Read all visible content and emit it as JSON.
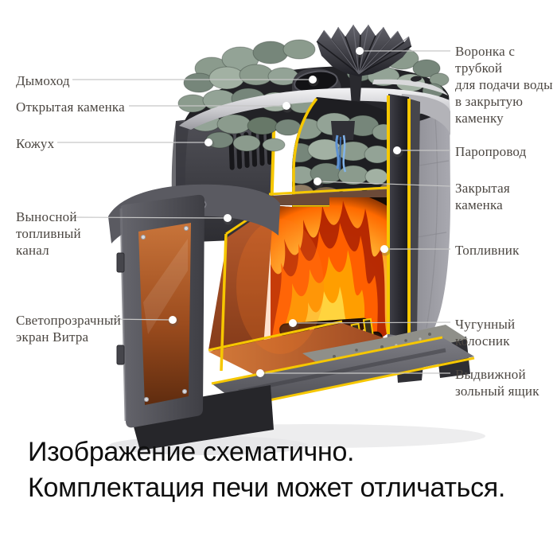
{
  "diagram_title_implicit": "Схема банной печи в разрезе",
  "labels": {
    "chimney": "Дымоход",
    "open_heater": "Открытая каменка",
    "casing": "Кожух",
    "fuel_channel": "Выносной\nтопливный\nканал",
    "glass_screen": "Светопрозрачный\nэкран Витра",
    "funnel": "Воронка с трубкой\nдля подачи воды\nв закрытую\nкаменку",
    "steam_pipe": "Паропровод",
    "closed_heater": "Закрытая\nкаменка",
    "firebox": "Топливник",
    "grate": "Чугунный\nколосник",
    "ash_box": "Выдвижной\nзольный ящик"
  },
  "caption": {
    "line1": "Изображение схематично.",
    "line2": "Комплектация печи может отличаться."
  },
  "colors": {
    "cut_edge_yellow": "#f6c700",
    "fire_orange": "#ff5f00",
    "fire_core": "#ffd43e",
    "copper_interior": "#b85c2e",
    "stone_green_grey": "#8b9b8d",
    "body_graphite": "#3a3a40",
    "shell_grey": "#8f8f96",
    "label_text": "#4b4641",
    "caption_text": "#0f0f0f",
    "leader_line": "#c6c6c6"
  }
}
